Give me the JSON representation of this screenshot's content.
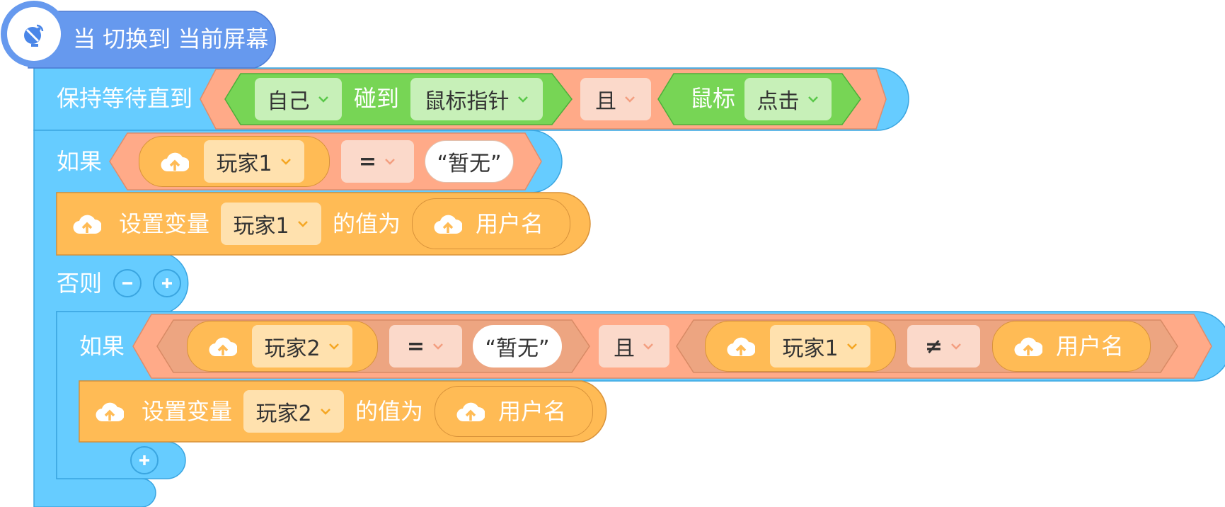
{
  "event_block": {
    "label": "当 切换到 当前屏幕"
  },
  "wait_block": {
    "label": "保持等待直到",
    "sprite_dropdown": "自己",
    "touch_label": "碰到",
    "target_dropdown": "鼠标指针",
    "and_dropdown": "且",
    "mouse_label": "鼠标",
    "mouse_dropdown": "点击"
  },
  "if_block_1": {
    "if_label": "如果",
    "var_dropdown": "玩家1",
    "op_dropdown": "=",
    "string_value": "“暂无”",
    "set_block": {
      "label": "设置变量",
      "var_dropdown": "玩家1",
      "value_label": "的值为",
      "reporter": "用户名"
    },
    "else_label": "否则"
  },
  "if_block_2": {
    "if_label": "如果",
    "left": {
      "var_dropdown": "玩家2",
      "op_dropdown": "=",
      "string_value": "“暂无”"
    },
    "and_dropdown": "且",
    "right": {
      "var_dropdown": "玩家1",
      "op_dropdown": "≠",
      "reporter": "用户名"
    },
    "set_block": {
      "label": "设置变量",
      "var_dropdown": "玩家2",
      "value_label": "的值为",
      "reporter": "用户名"
    }
  },
  "colors": {
    "event": "#6699ee",
    "control": "#66ccff",
    "variable": "#ffbb55",
    "operator": "#ffaa88",
    "sensing": "#77d555"
  },
  "icons": [
    "satellite-icon",
    "cloud-upload-icon",
    "chevron-down-icon",
    "minus-icon",
    "plus-icon"
  ]
}
